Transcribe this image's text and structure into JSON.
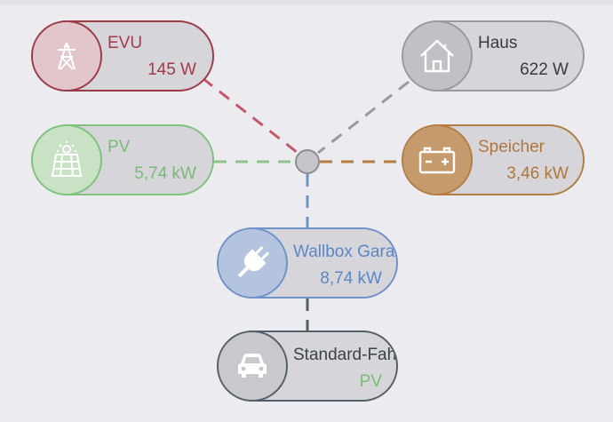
{
  "colors": {
    "background": "#ecebf0",
    "grid": "#a33a48",
    "pv": "#7aba78",
    "house": "#9a9a9e",
    "battery": "#b0763c",
    "wallbox": "#5d86c6",
    "vehicle": "#536069"
  },
  "nodes": {
    "evu": {
      "title": "EVU",
      "value": "145 W",
      "icon": "power-tower-icon"
    },
    "pv": {
      "title": "PV",
      "value": "5,74 kW",
      "icon": "solar-panel-icon"
    },
    "haus": {
      "title": "Haus",
      "value": "622 W",
      "icon": "house-icon"
    },
    "speicher": {
      "title": "Speicher",
      "value": "3,46 kW",
      "icon": "battery-icon"
    },
    "wallbox": {
      "title": "Wallbox Garage",
      "value": "8,74 kW",
      "icon": "plug-icon"
    },
    "vehicle": {
      "title": "Standard-Fahrzeug",
      "value": "PV",
      "icon": "car-icon"
    }
  }
}
